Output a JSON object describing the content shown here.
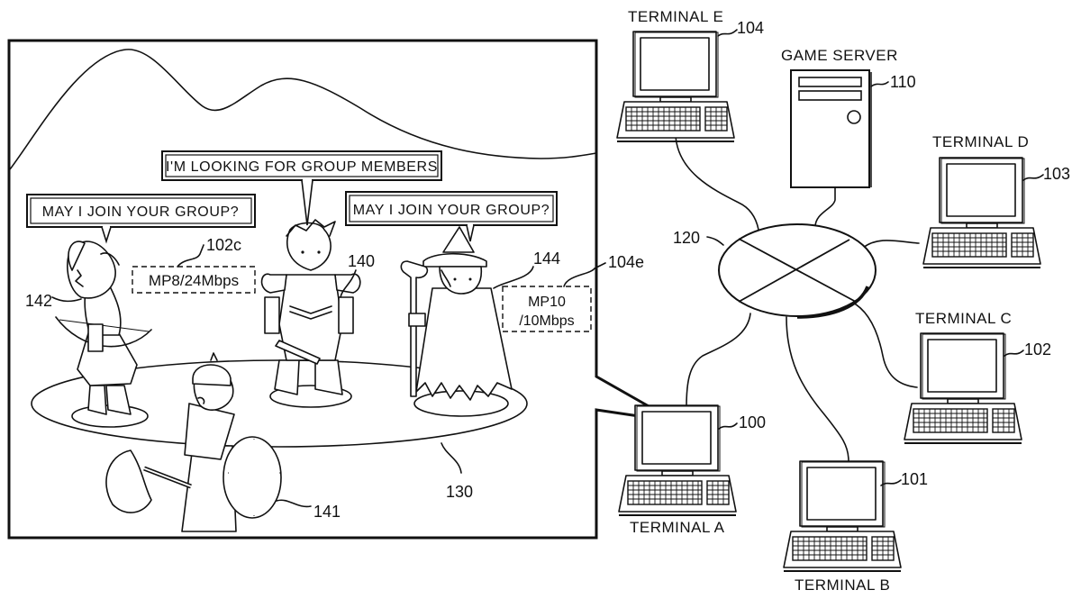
{
  "game_screen": {
    "speech_bubbles": [
      {
        "speaker": "character-140",
        "text": "I'M LOOKING FOR GROUP MEMBERS"
      },
      {
        "speaker": "character-142",
        "text": "MAY I JOIN YOUR GROUP?"
      },
      {
        "speaker": "character-144",
        "text": "MAY I JOIN YOUR GROUP?"
      }
    ],
    "status_boxes": [
      {
        "ref": "102c",
        "text": "MP8/24Mbps"
      },
      {
        "ref": "104e",
        "line1": "MP10",
        "line2": "/10Mbps"
      }
    ],
    "reference_labels": {
      "field": "130",
      "hero": "140",
      "warrior": "141",
      "archer": "142",
      "mage": "144",
      "status_102c": "102c",
      "status_104e": "104e"
    },
    "characters": [
      {
        "ref": "140",
        "kind": "armored swordsman"
      },
      {
        "ref": "141",
        "kind": "warrior with axe and shield"
      },
      {
        "ref": "142",
        "kind": "archer with bow"
      },
      {
        "ref": "144",
        "kind": "mage with staff and hat"
      }
    ]
  },
  "network": {
    "hub": {
      "ref": "120"
    },
    "server": {
      "label": "GAME SERVER",
      "ref": "110"
    },
    "terminals": [
      {
        "id": "A",
        "label": "TERMINAL A",
        "ref": "100"
      },
      {
        "id": "B",
        "label": "TERMINAL B",
        "ref": "101"
      },
      {
        "id": "C",
        "label": "TERMINAL C",
        "ref": "102"
      },
      {
        "id": "D",
        "label": "TERMINAL D",
        "ref": "103"
      },
      {
        "id": "E",
        "label": "TERMINAL E",
        "ref": "104"
      }
    ]
  }
}
